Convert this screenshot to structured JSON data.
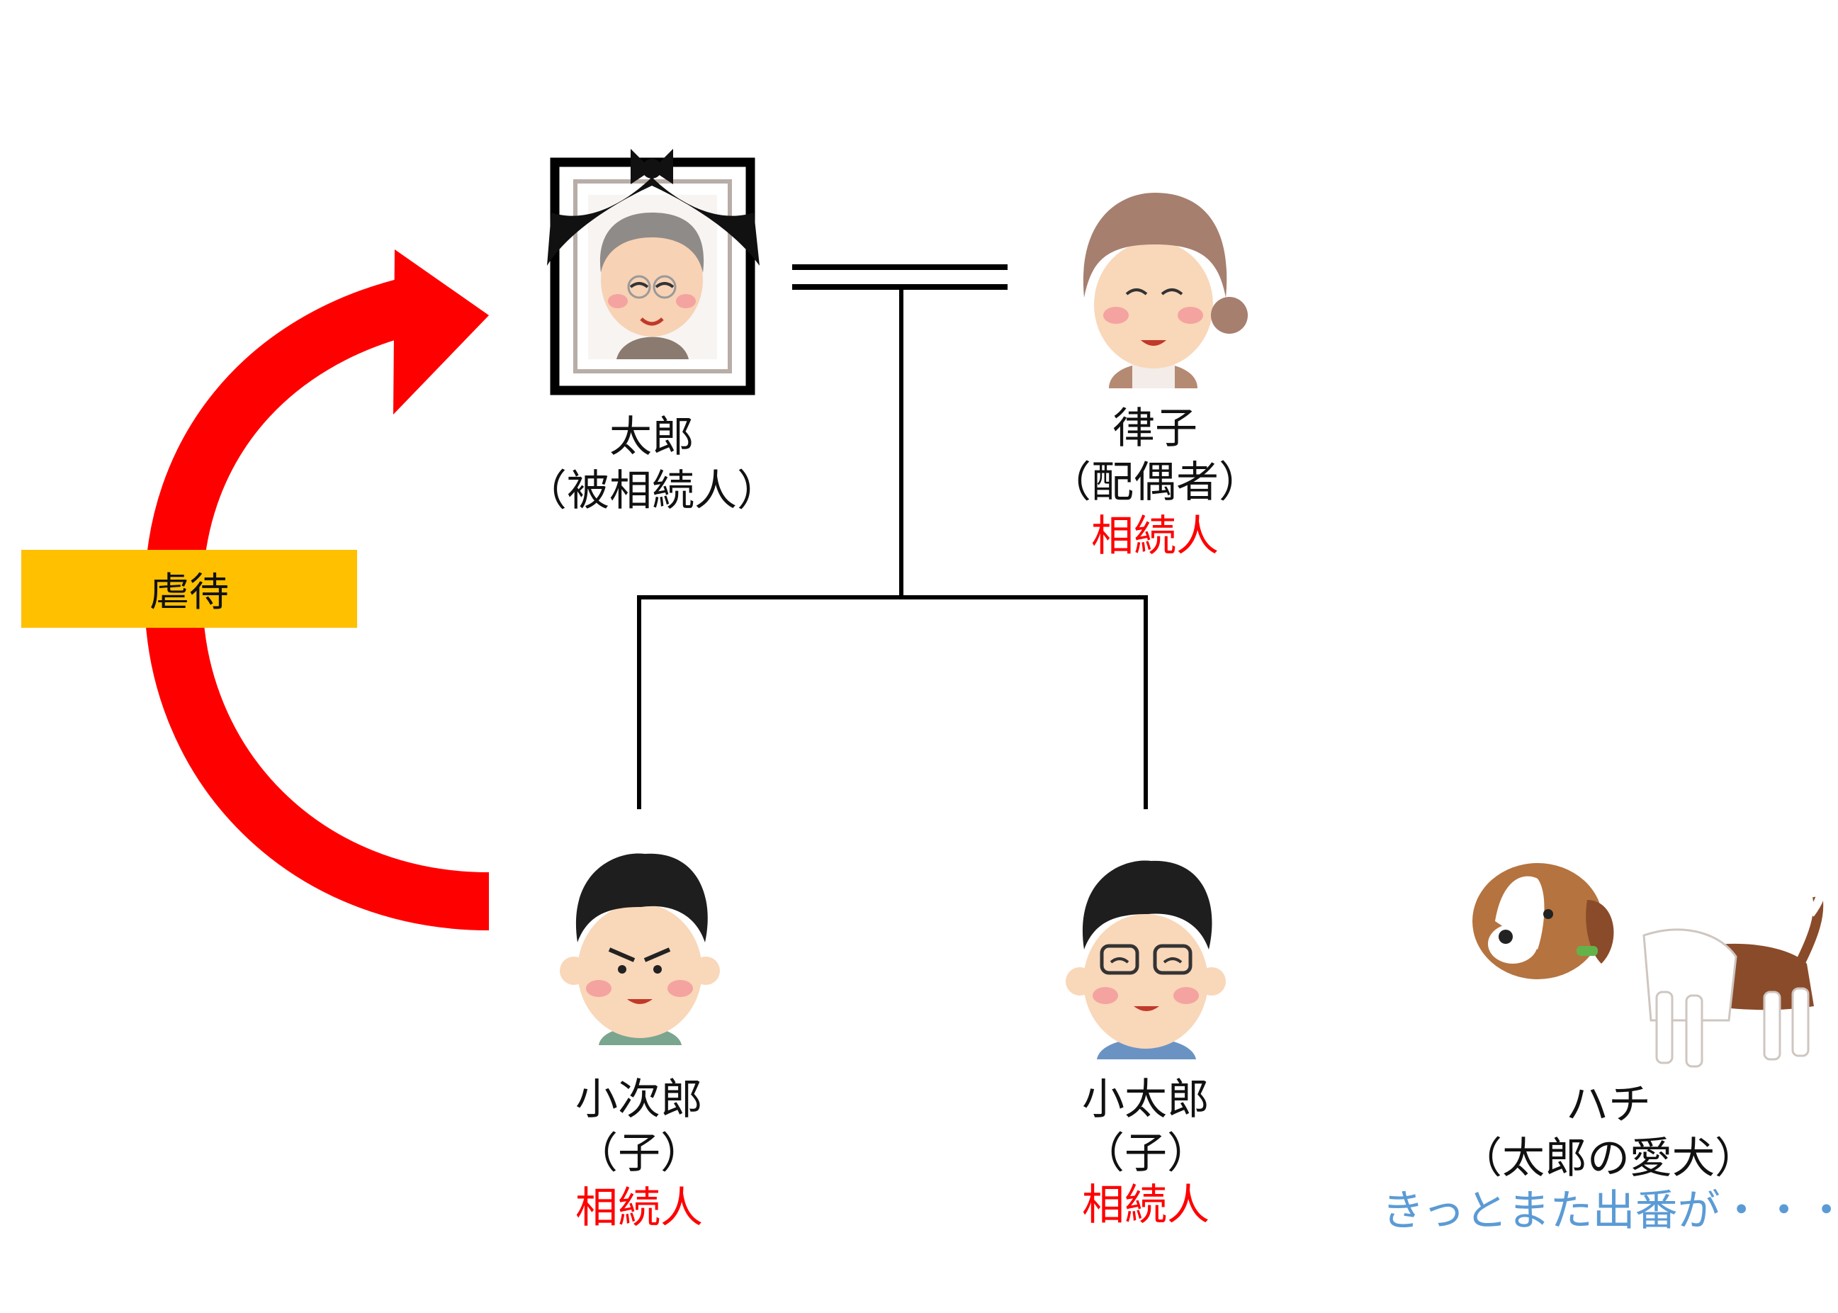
{
  "abuse_label": "虐待",
  "colors": {
    "arrow": "#ff0000",
    "abuse_box": "#ffc000",
    "heir": "#ff0000",
    "note": "#5b9bd5"
  },
  "deceased": {
    "name": "太郎",
    "role": "（被相続人）",
    "icon": "memorial-portrait-icon"
  },
  "spouse": {
    "name": "律子",
    "role": "（配偶者）",
    "status": "相続人",
    "icon": "elderly-woman-icon"
  },
  "child1": {
    "name": "小次郎",
    "role": "（子）",
    "status": "相続人",
    "icon": "angry-young-man-icon"
  },
  "child2": {
    "name": "小太郎",
    "role": "（子）",
    "status": "相続人",
    "icon": "smiling-young-man-glasses-icon"
  },
  "dog": {
    "name": "ハチ",
    "role": "（太郎の愛犬）",
    "note": "きっとまた出番が・・・",
    "icon": "beagle-dog-icon"
  }
}
